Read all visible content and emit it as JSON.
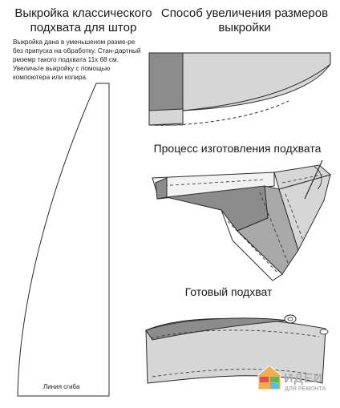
{
  "left": {
    "title": "Выкройка классического подхвата для штор",
    "note": "Выкройка дана в уменьшеном разме-ре без припуска на обработку. Стан-дартный рмземр такого подхвата 11х 68 см. Увеличьте выкройку с помощью компоютера или копира.",
    "fold_label": "Линия сгиба"
  },
  "right": {
    "enlarge_title": "Способ увеличения размеров выкройки",
    "process_title": "Процесс изготовления подхвата",
    "finished_title": "Готовый подхват"
  },
  "logo": {
    "main": "ИДЕИ",
    "sub": "ДЛЯ РЕМОНТА",
    "colors": [
      "#d9534f",
      "#f0ad4e",
      "#5cb85c",
      "#5bc0de"
    ]
  },
  "colors": {
    "line": "#2b2b2b",
    "fabric_light": "#d6d6d6",
    "fabric_dark": "#8c8c8c",
    "fabric_mid": "#a9a9a9"
  }
}
